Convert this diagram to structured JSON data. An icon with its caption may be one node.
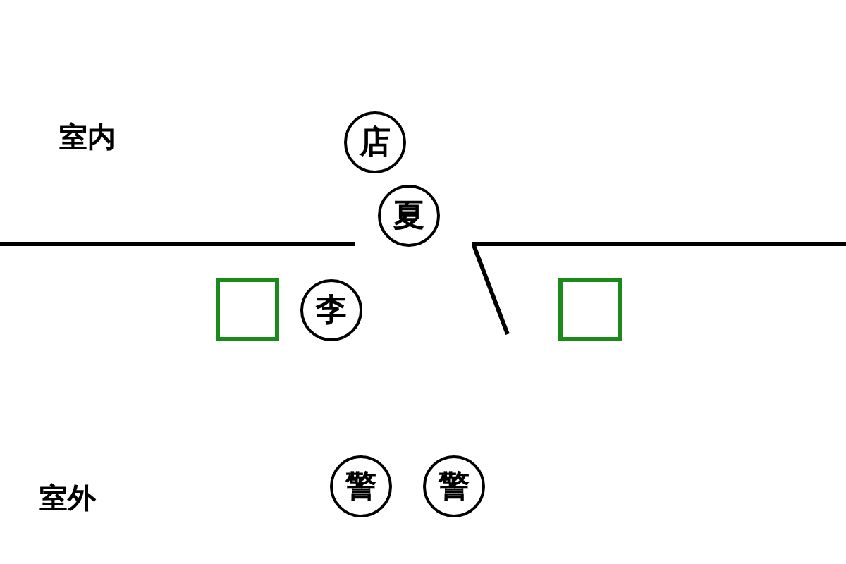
{
  "diagram": {
    "nodes": [
      {
        "text": [
          "店"
        ]
      },
      {
        "text": [
          "夏"
        ]
      },
      {
        "text": [],
        "shape": "box"
      },
      {
        "text": [
          "李"
        ]
      },
      {
        "text": [],
        "shape": "box"
      },
      {
        "text": [
          "警"
        ]
      },
      {
        "text": [
          "警"
        ]
      }
    ],
    "labels": [
      "室内",
      "室外"
    ]
  }
}
